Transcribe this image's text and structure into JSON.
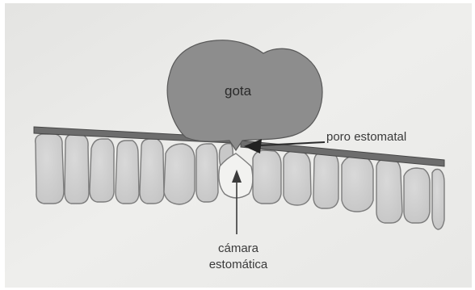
{
  "diagram": {
    "labels": {
      "drop": "gota",
      "stomatal_pore": "poro estomatal",
      "stomatal_chamber_line1": "cámara",
      "stomatal_chamber_line2": "estomática"
    }
  }
}
